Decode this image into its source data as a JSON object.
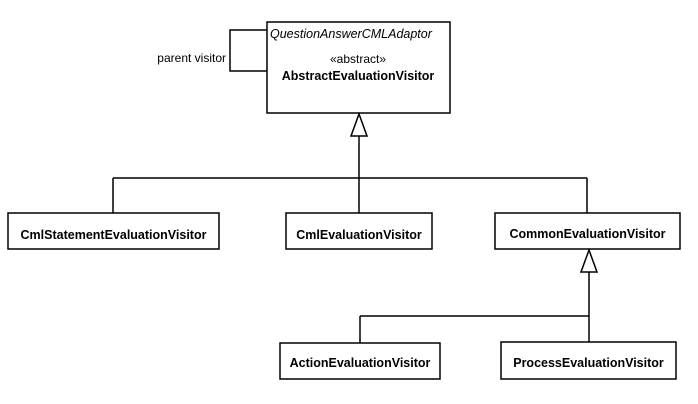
{
  "classes": {
    "abstract_visitor": {
      "role_label": "QuestionAnswerCMLAdaptor",
      "stereotype": "«abstract»",
      "name": "AbstractEvaluationVisitor"
    },
    "cml_statement": {
      "name": "CmlStatementEvaluationVisitor"
    },
    "cml_evaluation": {
      "name": "CmlEvaluationVisitor"
    },
    "common_evaluation": {
      "name": "CommonEvaluationVisitor"
    },
    "action_evaluation": {
      "name": "ActionEvaluationVisitor"
    },
    "process_evaluation": {
      "name": "ProcessEvaluationVisitor"
    }
  },
  "associations": {
    "self_loop": {
      "label": "parent visitor"
    }
  }
}
